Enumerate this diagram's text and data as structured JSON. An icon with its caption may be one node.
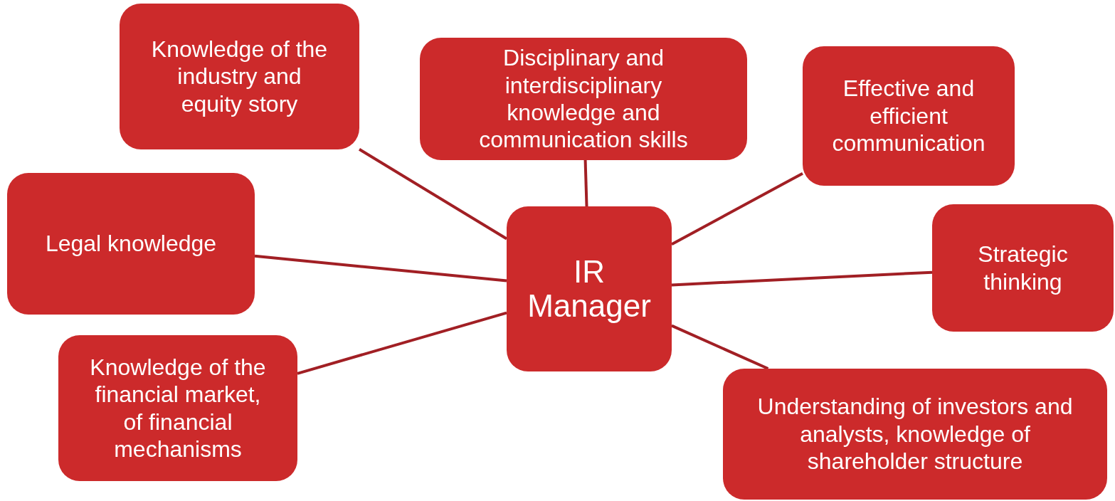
{
  "diagram": {
    "nodes": [
      {
        "text": [
          "Knowledge of the industry and equity story"
        ]
      },
      {
        "text": [
          "Disciplinary and interdisciplinary knowledge and communication skills"
        ]
      },
      {
        "text": [
          "Effective and efficient communication"
        ]
      },
      {
        "text": [
          "Legal knowledge"
        ]
      },
      {
        "text": [
          "IR Manager"
        ]
      },
      {
        "text": [
          "Strategic thinking"
        ]
      },
      {
        "text": [
          "Knowledge of the financial market, of financial mechanisms"
        ]
      },
      {
        "text": [
          "Understanding of investors and analysts, knowledge of shareholder structure"
        ]
      }
    ],
    "edges": [
      {
        "from": 4,
        "to": 0,
        "arrow": "none"
      },
      {
        "from": 4,
        "to": 1,
        "arrow": "none"
      },
      {
        "from": 4,
        "to": 2,
        "arrow": "none"
      },
      {
        "from": 4,
        "to": 3,
        "arrow": "none"
      },
      {
        "from": 4,
        "to": 5,
        "arrow": "none"
      },
      {
        "from": 4,
        "to": 6,
        "arrow": "none"
      },
      {
        "from": 4,
        "to": 7,
        "arrow": "none"
      }
    ]
  }
}
